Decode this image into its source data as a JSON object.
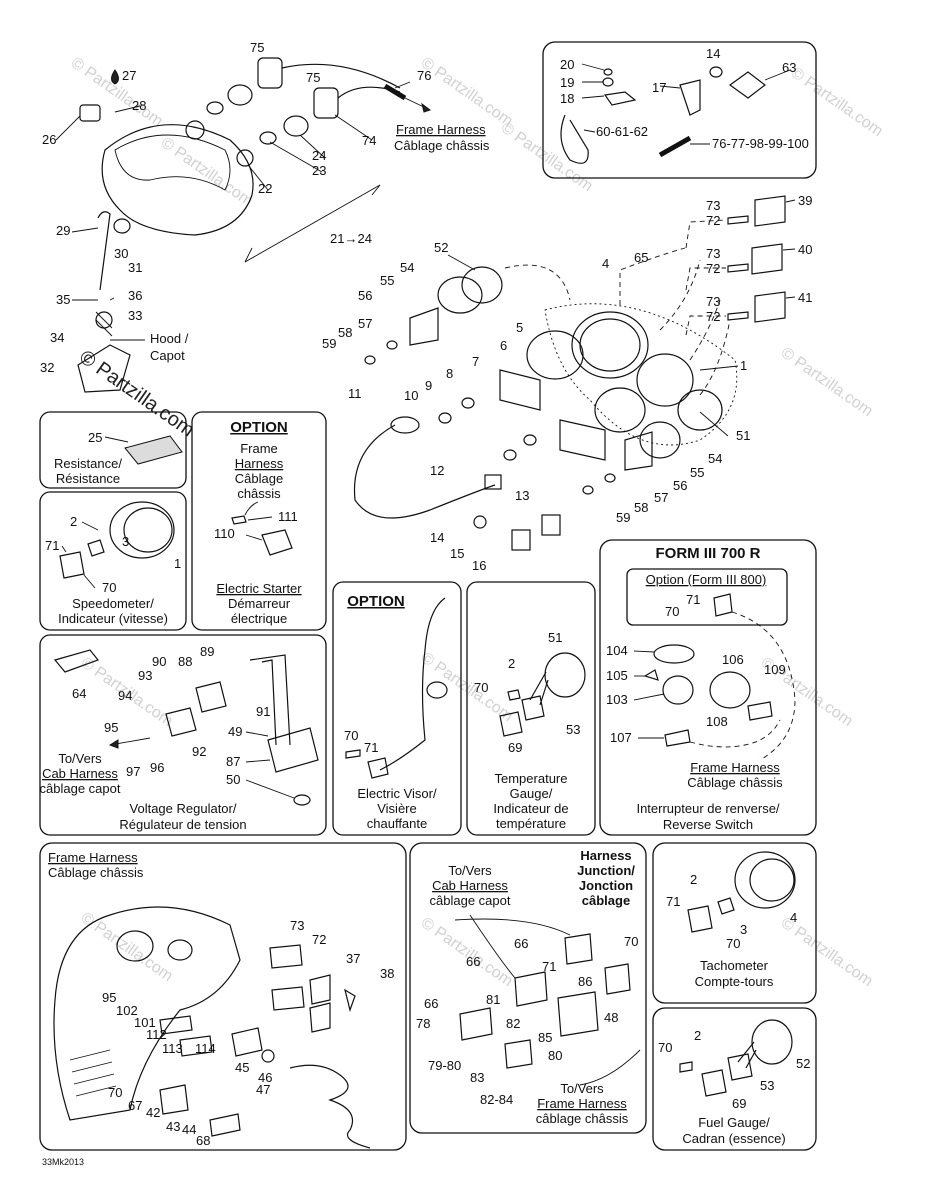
{
  "watermark": "© Partzilla.com",
  "diagram_code": "33Mk2013",
  "main": {
    "callouts": [
      "75",
      "27",
      "28",
      "26",
      "76",
      "75",
      "74",
      "24",
      "23",
      "22",
      "21→24",
      "29",
      "30",
      "31",
      "35",
      "36",
      "33",
      "34",
      "32",
      "52",
      "54",
      "55",
      "56",
      "57",
      "58",
      "59",
      "4",
      "65",
      "1",
      "5",
      "6",
      "7",
      "8",
      "9",
      "10",
      "11",
      "12",
      "13",
      "14",
      "15",
      "16",
      "51",
      "54",
      "55",
      "56",
      "57",
      "58",
      "59"
    ],
    "hood": "Hood /",
    "capot": "Capot",
    "frame_harness_1": "Frame Harness",
    "frame_harness_2": "Câblage châssis"
  },
  "hardware_box": {
    "labels": [
      "20",
      "19",
      "18",
      "14",
      "17",
      "63",
      "60-61-62",
      "76-77-98-99-100"
    ]
  },
  "connectors_right": {
    "labels": [
      "73",
      "72",
      "39",
      "73",
      "72",
      "40",
      "73",
      "72",
      "41"
    ]
  },
  "resistance": {
    "label": "25",
    "caption_1": "Resistance/",
    "caption_2": "Résistance"
  },
  "option1": {
    "title": "OPTION",
    "harness_1": "Frame",
    "harness_2": "Harness",
    "harness_3": "Câblage",
    "harness_4": "châssis",
    "labels": [
      "111",
      "110"
    ],
    "caption_1": "Electric Starter",
    "caption_2": "Démarreur",
    "caption_3": "électrique"
  },
  "speedometer": {
    "labels": [
      "2",
      "71",
      "3",
      "70",
      "1"
    ],
    "caption_1": "Speedometer/",
    "caption_2": "Indicateur (vitesse)"
  },
  "voltage": {
    "labels": [
      "90",
      "88",
      "89",
      "93",
      "64",
      "94",
      "91",
      "95",
      "92",
      "97",
      "96",
      "49",
      "87",
      "50"
    ],
    "to_1": "To/Vers",
    "to_2": "Cab Harness",
    "to_3": "câblage capot",
    "caption_1": "Voltage Regulator/",
    "caption_2": "Régulateur de tension"
  },
  "visor": {
    "title": "OPTION",
    "labels": [
      "70",
      "71"
    ],
    "caption_1": "Electric Visor/",
    "caption_2": "Visière",
    "caption_3": "chauffante"
  },
  "temp": {
    "labels": [
      "51",
      "2",
      "70",
      "69",
      "53"
    ],
    "caption_1": "Temperature",
    "caption_2": "Gauge/",
    "caption_3": "Indicateur de",
    "caption_4": "température"
  },
  "form3": {
    "title": "FORM III 700 R",
    "option": "Option (Form III 800)",
    "labels": [
      "71",
      "70",
      "104",
      "105",
      "106",
      "109",
      "103",
      "108",
      "107"
    ],
    "harness_1": "Frame Harness",
    "harness_2": "Câblage châssis",
    "caption_1": "Interrupteur de renverse/",
    "caption_2": "Reverse Switch"
  },
  "frame_box": {
    "harness_1": "Frame Harness",
    "harness_2": "Câblage châssis",
    "labels": [
      "73",
      "72",
      "37",
      "38",
      "95",
      "102",
      "101",
      "112",
      "113",
      "114",
      "45",
      "46",
      "47",
      "70",
      "67",
      "42",
      "43",
      "44",
      "68"
    ]
  },
  "junction": {
    "title_1": "Harness",
    "title_2": "Junction/",
    "title_3": "Jonction",
    "title_4": "câblage",
    "to_1": "To/Vers",
    "to_2": "Cab Harness",
    "to_3": "câblage capot",
    "labels": [
      "66",
      "70",
      "66",
      "71",
      "86",
      "81",
      "82",
      "48",
      "66",
      "78",
      "85",
      "80",
      "79-80",
      "83",
      "82-84"
    ],
    "to2_1": "To/Vers",
    "to2_2": "Frame Harness",
    "to2_3": "câblage châssis"
  },
  "tacho": {
    "labels": [
      "2",
      "71",
      "4",
      "3",
      "70"
    ],
    "caption_1": "Tachometer",
    "caption_2": "Compte-tours"
  },
  "fuel": {
    "labels": [
      "2",
      "70",
      "52",
      "53",
      "69"
    ],
    "caption_1": "Fuel Gauge/",
    "caption_2": "Cadran (essence)"
  }
}
